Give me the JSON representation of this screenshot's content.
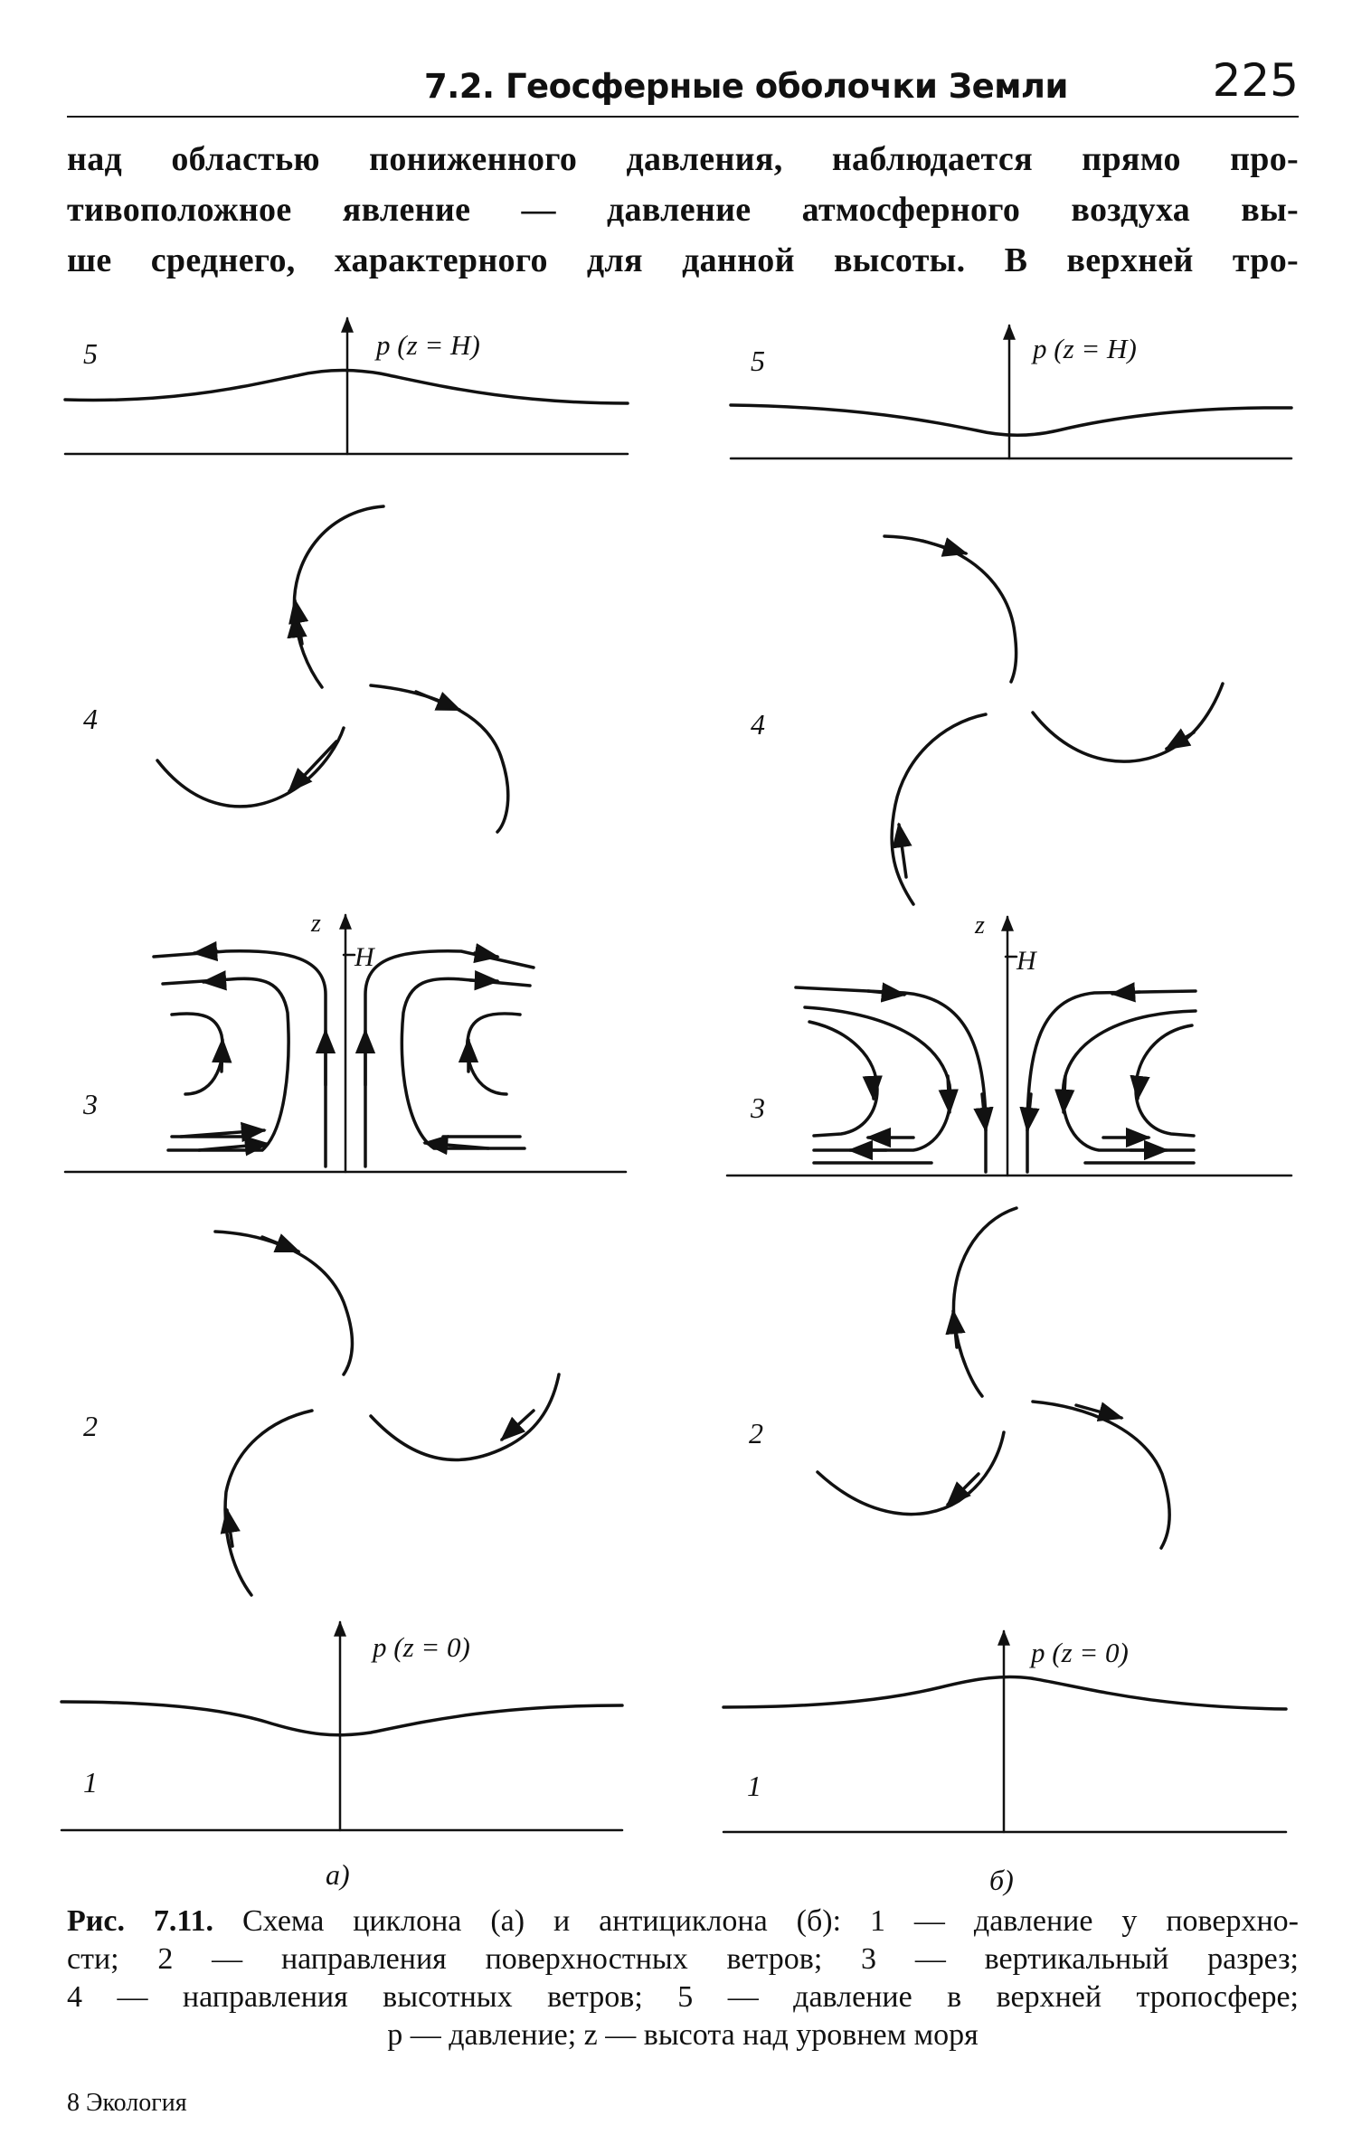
{
  "header": {
    "section_title": "7.2. Геосферные оболочки Земли",
    "page_number": "225"
  },
  "body_text": {
    "line1": "над областью пониженного давления, наблюдается прямо про-",
    "line2": "тивоположное явление — давление атмосферного воздуха вы-",
    "line3": "ше среднего, характерного для данной высоты. В верхней тро-"
  },
  "figure": {
    "row_labels": {
      "r5": "5",
      "r4": "4",
      "r3": "3",
      "r2": "2",
      "r1": "1"
    },
    "axis_p_top": "p (z = H)",
    "axis_p_bottom": "p (z = 0)",
    "axis_z": "z",
    "axis_h": "H",
    "panel_a": "а)",
    "panel_b": "б)"
  },
  "caption": {
    "label": "Рис. 7.11.",
    "line1": "Схема циклона (а) и антициклона (б): 1 — давление у поверхно-",
    "line2": "сти; 2 — направления поверхностных ветров; 3 — вертикальный разрез;",
    "line3": "4 — направления высотных ветров; 5 — давление в верхней тропосфере;",
    "line4": "р — давление; z — высота над уровнем моря"
  },
  "footer": {
    "signature": "8 Экология"
  }
}
